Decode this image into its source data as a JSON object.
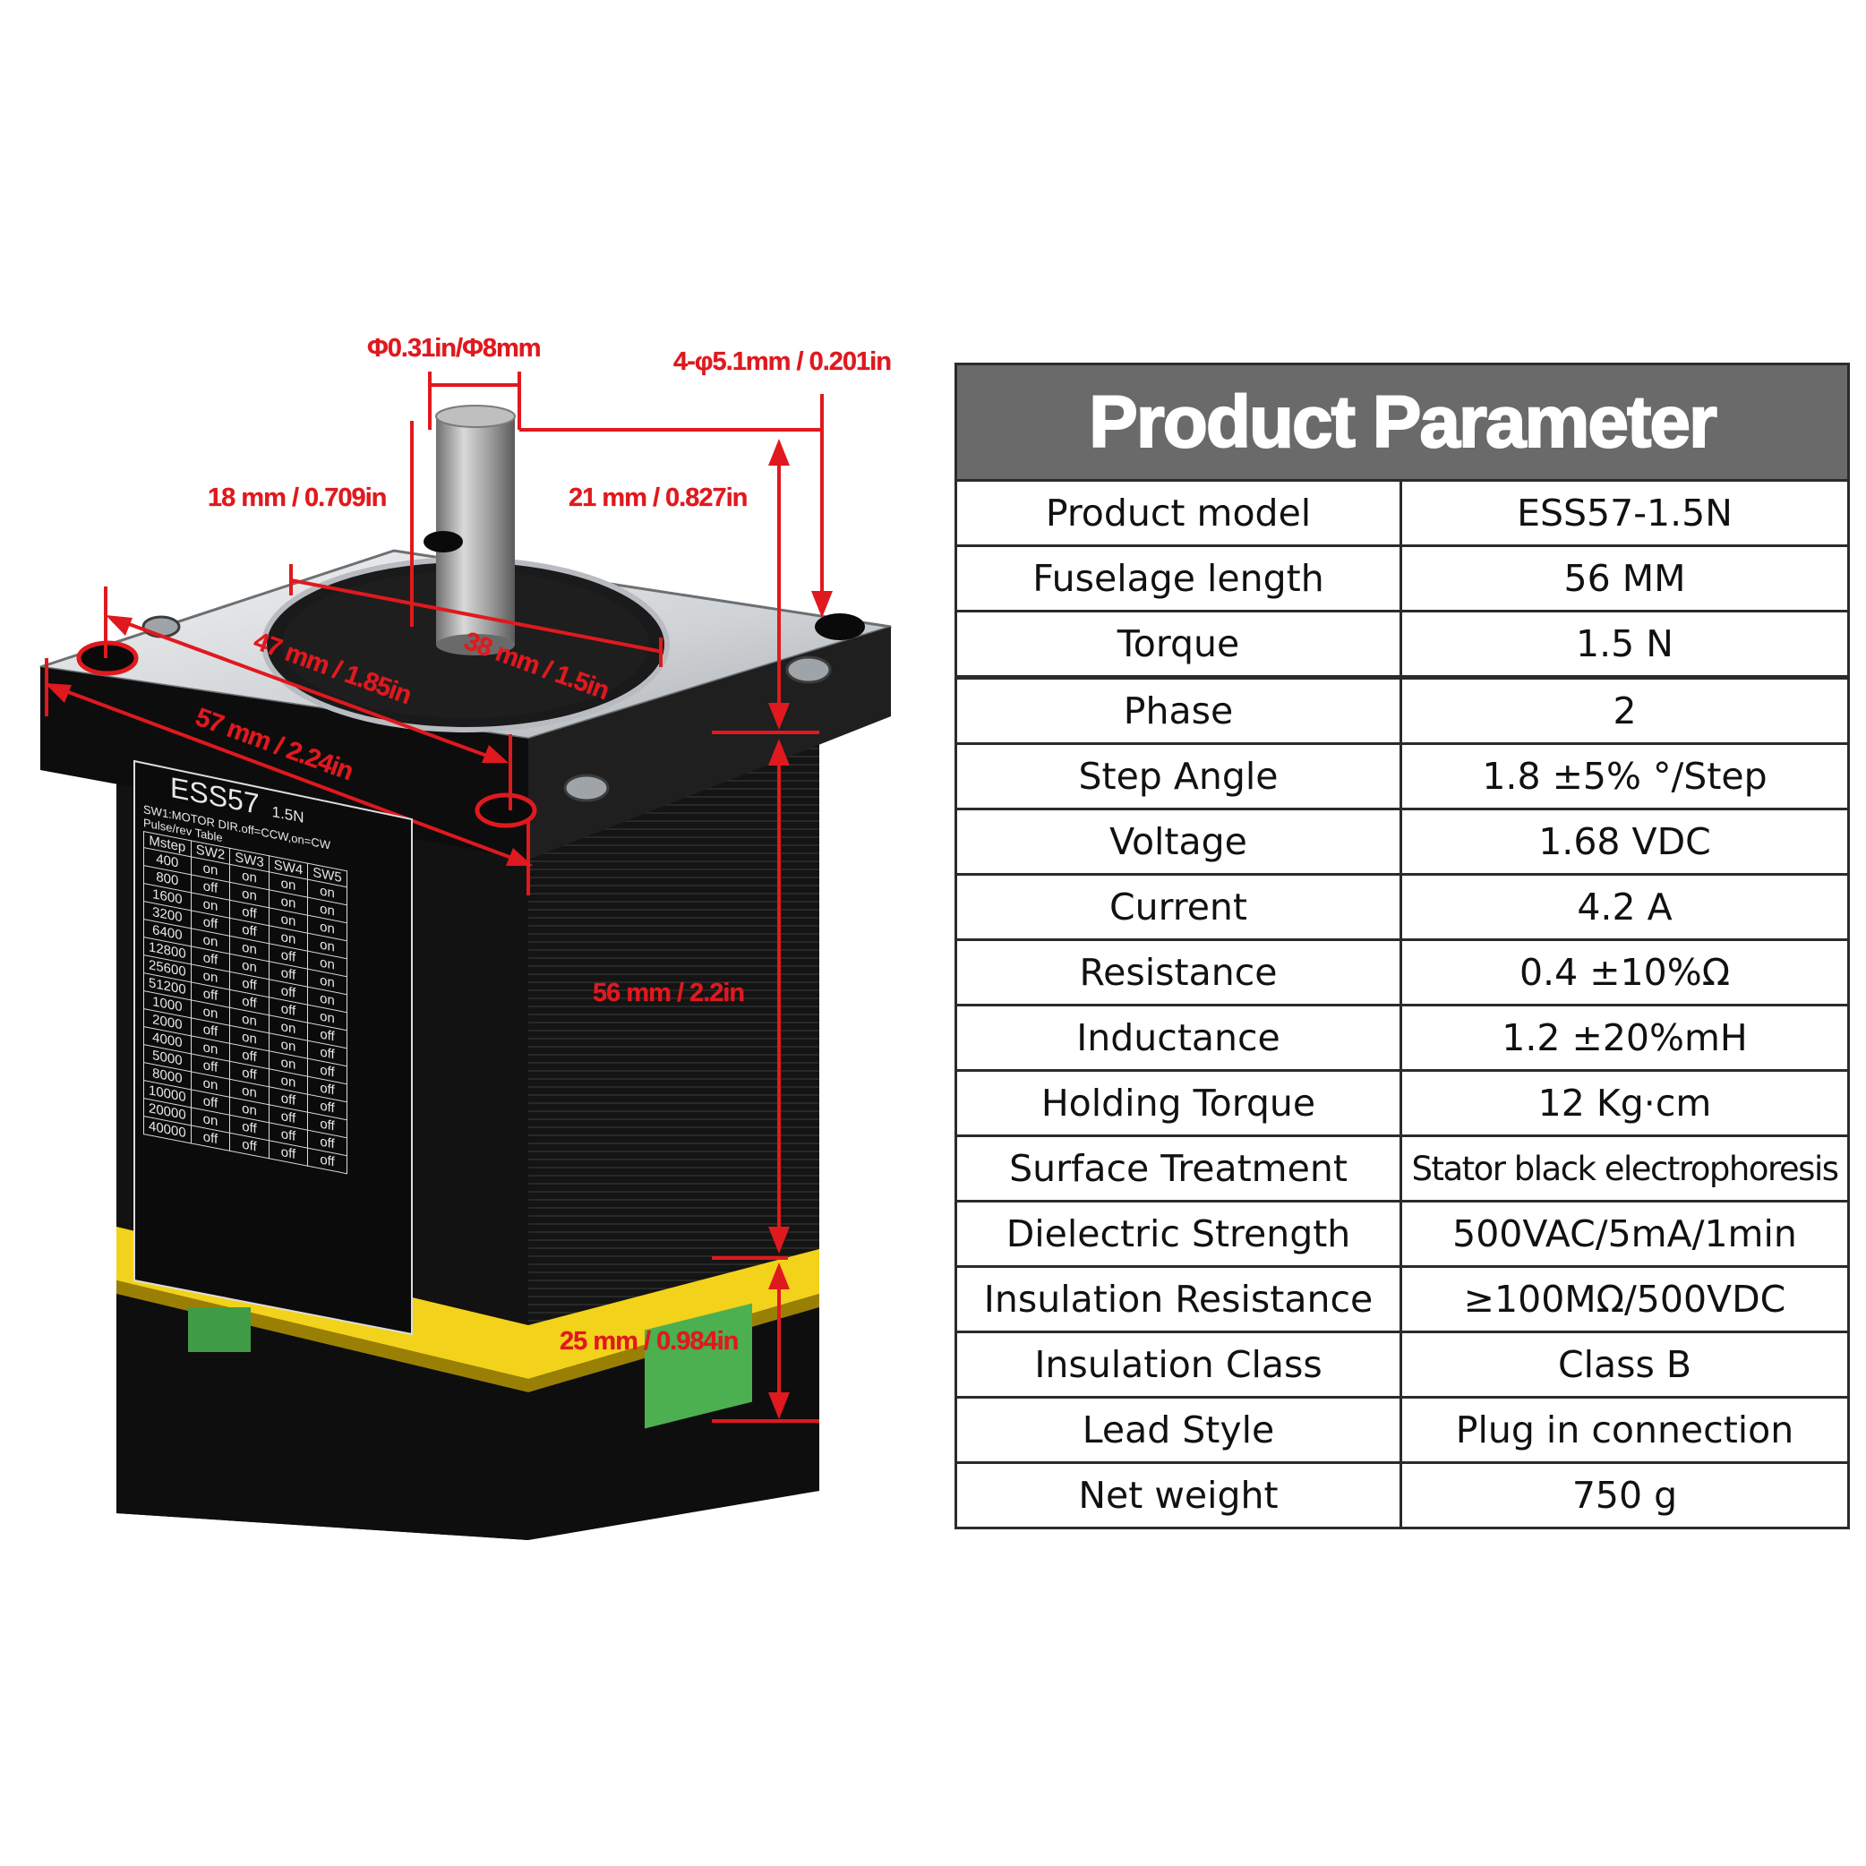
{
  "dimensions": {
    "shaft_diameter": "Φ0.31in/Φ8mm",
    "mounting_holes": "4-φ5.1mm / 0.201in",
    "shaft_length_flat": "18 mm / 0.709in",
    "shaft_length": "21 mm / 0.827in",
    "hole_spacing": "47 mm / 1.85in",
    "boss_diameter": "38 mm / 1.5in",
    "flange_width": "57 mm / 2.24in",
    "body_length": "56 mm / 2.2in",
    "driver_length": "25 mm / 0.984in"
  },
  "motor_label": {
    "model": "ESS57",
    "torque": "1.5N",
    "sw1_line": "SW1:MOTOR DIR.off=CCW,on=CW",
    "table_caption": "Pulse/rev Table",
    "headers": [
      "Mstep",
      "SW2",
      "SW3",
      "SW4",
      "SW5"
    ],
    "rows": [
      [
        "400",
        "on",
        "on",
        "on",
        "on"
      ],
      [
        "800",
        "off",
        "on",
        "on",
        "on"
      ],
      [
        "1600",
        "on",
        "off",
        "on",
        "on"
      ],
      [
        "3200",
        "off",
        "off",
        "on",
        "on"
      ],
      [
        "6400",
        "on",
        "on",
        "off",
        "on"
      ],
      [
        "12800",
        "off",
        "on",
        "off",
        "on"
      ],
      [
        "25600",
        "on",
        "off",
        "off",
        "on"
      ],
      [
        "51200",
        "off",
        "off",
        "off",
        "on"
      ],
      [
        "1000",
        "on",
        "on",
        "on",
        "off"
      ],
      [
        "2000",
        "off",
        "on",
        "on",
        "off"
      ],
      [
        "4000",
        "on",
        "off",
        "on",
        "off"
      ],
      [
        "5000",
        "off",
        "off",
        "on",
        "off"
      ],
      [
        "8000",
        "on",
        "on",
        "off",
        "off"
      ],
      [
        "10000",
        "off",
        "on",
        "off",
        "off"
      ],
      [
        "20000",
        "on",
        "off",
        "off",
        "off"
      ],
      [
        "40000",
        "off",
        "off",
        "off",
        "off"
      ]
    ]
  },
  "table": {
    "title": "Product Parameter",
    "rows": [
      {
        "key": "Product model",
        "value": "ESS57-1.5N"
      },
      {
        "key": "Fuselage length",
        "value": "56 MM"
      },
      {
        "key": "Torque",
        "value": "1.5 N"
      },
      {
        "key": "Phase",
        "value": "2"
      },
      {
        "key": "Step Angle",
        "value": "1.8 ±5% °/Step"
      },
      {
        "key": "Voltage",
        "value": "1.68 VDC"
      },
      {
        "key": "Current",
        "value": "4.2 A"
      },
      {
        "key": "Resistance",
        "value": "0.4 ±10%Ω"
      },
      {
        "key": "Inductance",
        "value": "1.2 ±20%mH"
      },
      {
        "key": "Holding Torque",
        "value": "12 Kg·cm"
      },
      {
        "key": "Surface Treatment",
        "value": "Stator black electrophoresis"
      },
      {
        "key": "Dielectric Strength",
        "value": "500VAC/5mA/1min"
      },
      {
        "key": "Insulation Resistance",
        "value": "≥100MΩ/500VDC"
      },
      {
        "key": "Insulation Class",
        "value": "Class B"
      },
      {
        "key": "Lead Style",
        "value": "Plug in connection"
      },
      {
        "key": "Net weight",
        "value": "750 g"
      }
    ]
  },
  "colors": {
    "dimension_red": "#e0191e",
    "title_bg": "#6a6a6a",
    "motor_body": "#111111",
    "flange": "#c9ccd0",
    "band": "#f2d21a",
    "terminal": "#4caf50"
  }
}
